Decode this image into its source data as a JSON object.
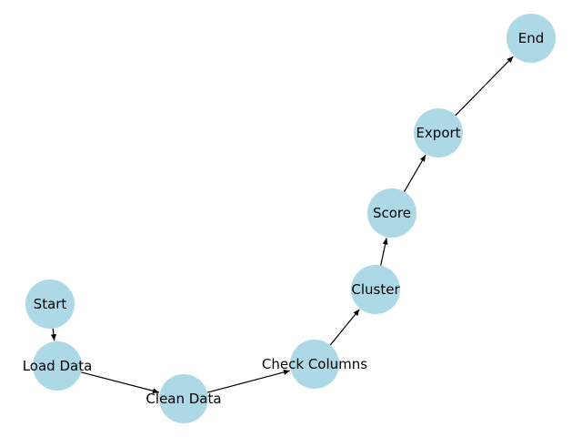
{
  "colors": {
    "node_fill": "#add8e6",
    "edge": "#000000",
    "label": "#000000"
  },
  "nodes": [
    {
      "id": "start",
      "label": "Start"
    },
    {
      "id": "load-data",
      "label": "Load Data"
    },
    {
      "id": "clean-data",
      "label": "Clean Data"
    },
    {
      "id": "check-columns",
      "label": "Check Columns"
    },
    {
      "id": "cluster",
      "label": "Cluster"
    },
    {
      "id": "score",
      "label": "Score"
    },
    {
      "id": "export",
      "label": "Export"
    },
    {
      "id": "end",
      "label": "End"
    }
  ],
  "edges": [
    {
      "from": "start",
      "to": "load-data"
    },
    {
      "from": "load-data",
      "to": "clean-data"
    },
    {
      "from": "clean-data",
      "to": "check-columns"
    },
    {
      "from": "check-columns",
      "to": "cluster"
    },
    {
      "from": "cluster",
      "to": "score"
    },
    {
      "from": "score",
      "to": "export"
    },
    {
      "from": "export",
      "to": "end"
    }
  ]
}
